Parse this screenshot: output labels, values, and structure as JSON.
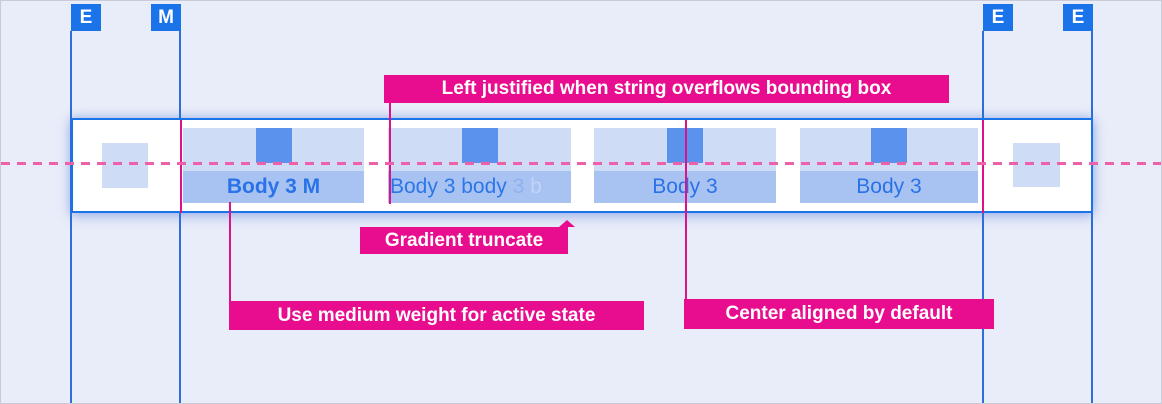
{
  "canvas": {
    "background_color": "#e9edf9",
    "guide_line_color": "#2a6fdb",
    "dashed_line_color": "#ec61a8"
  },
  "markers": [
    {
      "label": "E"
    },
    {
      "label": "M"
    },
    {
      "label": "E"
    },
    {
      "label": "E"
    }
  ],
  "marker_color": "#1a73e8",
  "tab_bar": {
    "border_color": "#1a73e8",
    "colors": {
      "icon_area": "#cfdcf6",
      "label_area": "#a8c3f2",
      "icon": "#5b92ee",
      "label_text": "#2a72e8"
    },
    "tabs": [
      {
        "label": "Body 3 M",
        "weight": "medium",
        "align": "center",
        "active": true
      },
      {
        "align": "left",
        "truncate": "gradient",
        "segments": [
          {
            "text": "Body 3 body "
          },
          {
            "text": "3 "
          },
          {
            "text": "b"
          }
        ]
      },
      {
        "label": "Body 3",
        "align": "center"
      },
      {
        "label": "Body 3",
        "align": "center"
      }
    ]
  },
  "annotations": {
    "color": "#e80d8e",
    "connector_color": "#dc1286",
    "left_justified": {
      "text": "Left justified when string overflows bounding box"
    },
    "gradient_truncate": {
      "text": "Gradient truncate"
    },
    "medium_weight": {
      "text": "Use medium weight for active state"
    },
    "center_aligned": {
      "text": "Center aligned by default"
    }
  }
}
